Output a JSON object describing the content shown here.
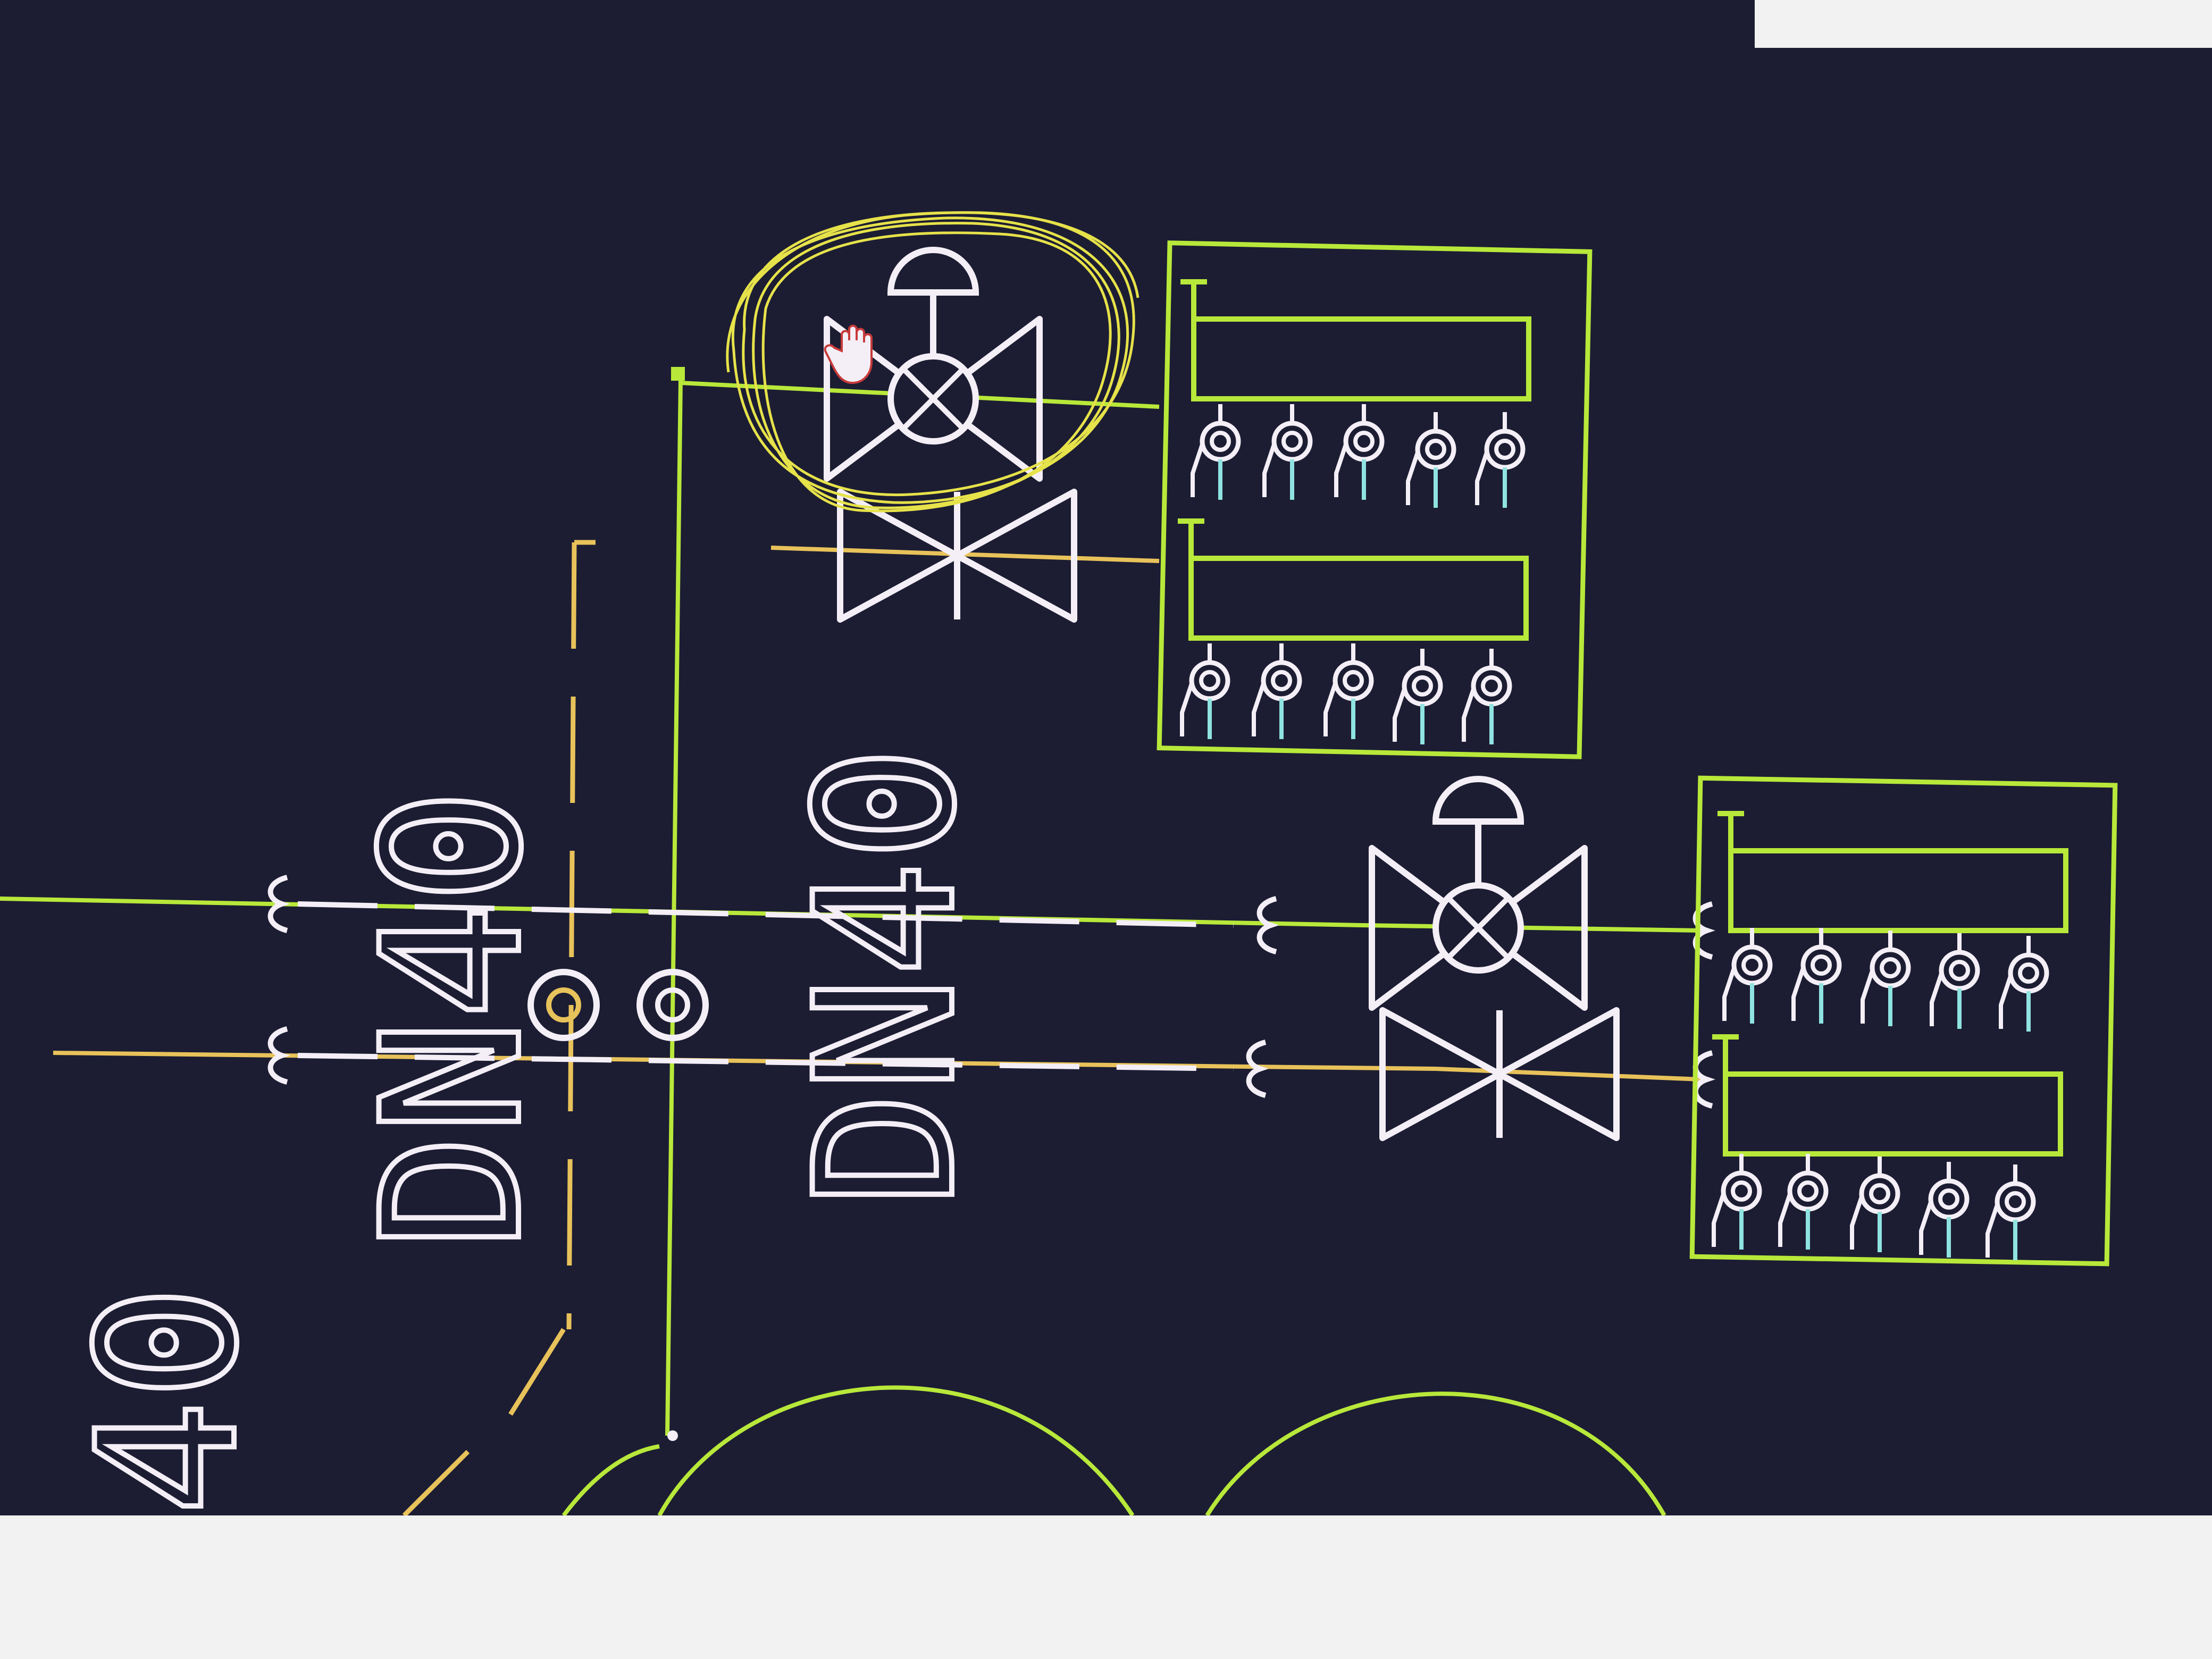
{
  "drawing": {
    "pipe_size_labels": [
      "DN40",
      "DN40",
      "40"
    ]
  },
  "colors": {
    "background": "#1c1d33",
    "screen_bezel": "#f2f2f2",
    "pipe_green": "#b8e83a",
    "pipe_yellow": "#e8c25a",
    "symbol_white": "#f4eef6",
    "dim_cyan": "#8fe3e0",
    "markup_yellow": "#e6e24a"
  },
  "icons": {
    "cursor": "hand-cursor-icon",
    "valve": "gate-valve-icon",
    "actuated_valve": "actuated-valve-icon",
    "sprinkler": "sprinkler-head-icon"
  }
}
